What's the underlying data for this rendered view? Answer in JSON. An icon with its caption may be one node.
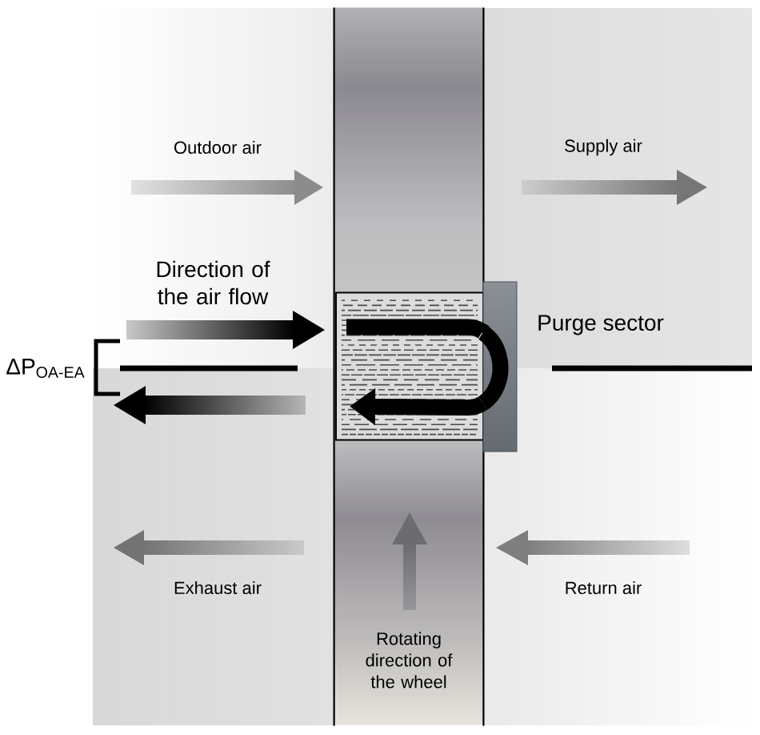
{
  "diagram": {
    "nodes": [
      {
        "text": [
          "Rotating direction of the wheel"
        ]
      },
      {
        "text": [],
        "shape": "box",
        "in": 0
      },
      {
        "text": [],
        "shape": "box",
        "beside": [
          "Purge sector"
        ]
      }
    ],
    "edges": [
      {
        "from": 1,
        "to": 2,
        "arrow": "none"
      },
      {
        "from": 2,
        "to": 1,
        "arrow": "to"
      }
    ],
    "labels": [
      "Outdoor air",
      "Supply air",
      "Direction of the air flow",
      "ΔP$_{OA-EA}$",
      "Exhaust air",
      "Return air"
    ]
  }
}
